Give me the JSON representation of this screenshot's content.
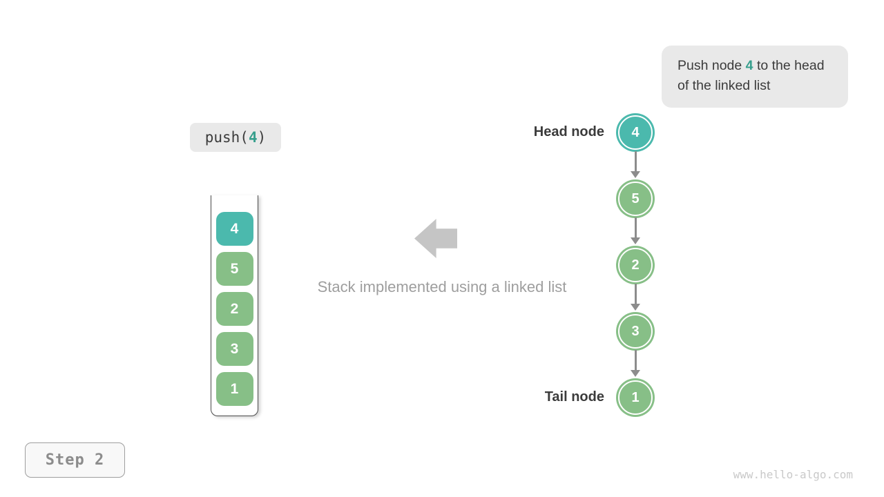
{
  "callout": {
    "prefix": "Push node ",
    "highlight": "4",
    "suffix": " to the head of the linked list"
  },
  "operation": {
    "prefix": "push(",
    "highlight": "4",
    "suffix": ")"
  },
  "stack": {
    "items": [
      "4",
      "5",
      "2",
      "3",
      "1"
    ],
    "new_item": "4",
    "caption": "Stack implemented using a linked list"
  },
  "linked_list": {
    "head_label": "Head node",
    "tail_label": "Tail node",
    "values": [
      "4",
      "5",
      "2",
      "3",
      "1"
    ],
    "new_node": "4"
  },
  "step_label": "Step 2",
  "watermark": "www.hello-algo.com",
  "colors": {
    "teal": "#4BB9AD",
    "green": "#87BF87",
    "hl-text": "#379F8D",
    "dark-text": "#3B3B3B",
    "caption-gray": "#9E9E9E",
    "big-arrow": "#C5C5C5",
    "connector": "#8C8C8C",
    "box-bg": "#E9E9E9",
    "watermark": "#C9C9C9"
  }
}
